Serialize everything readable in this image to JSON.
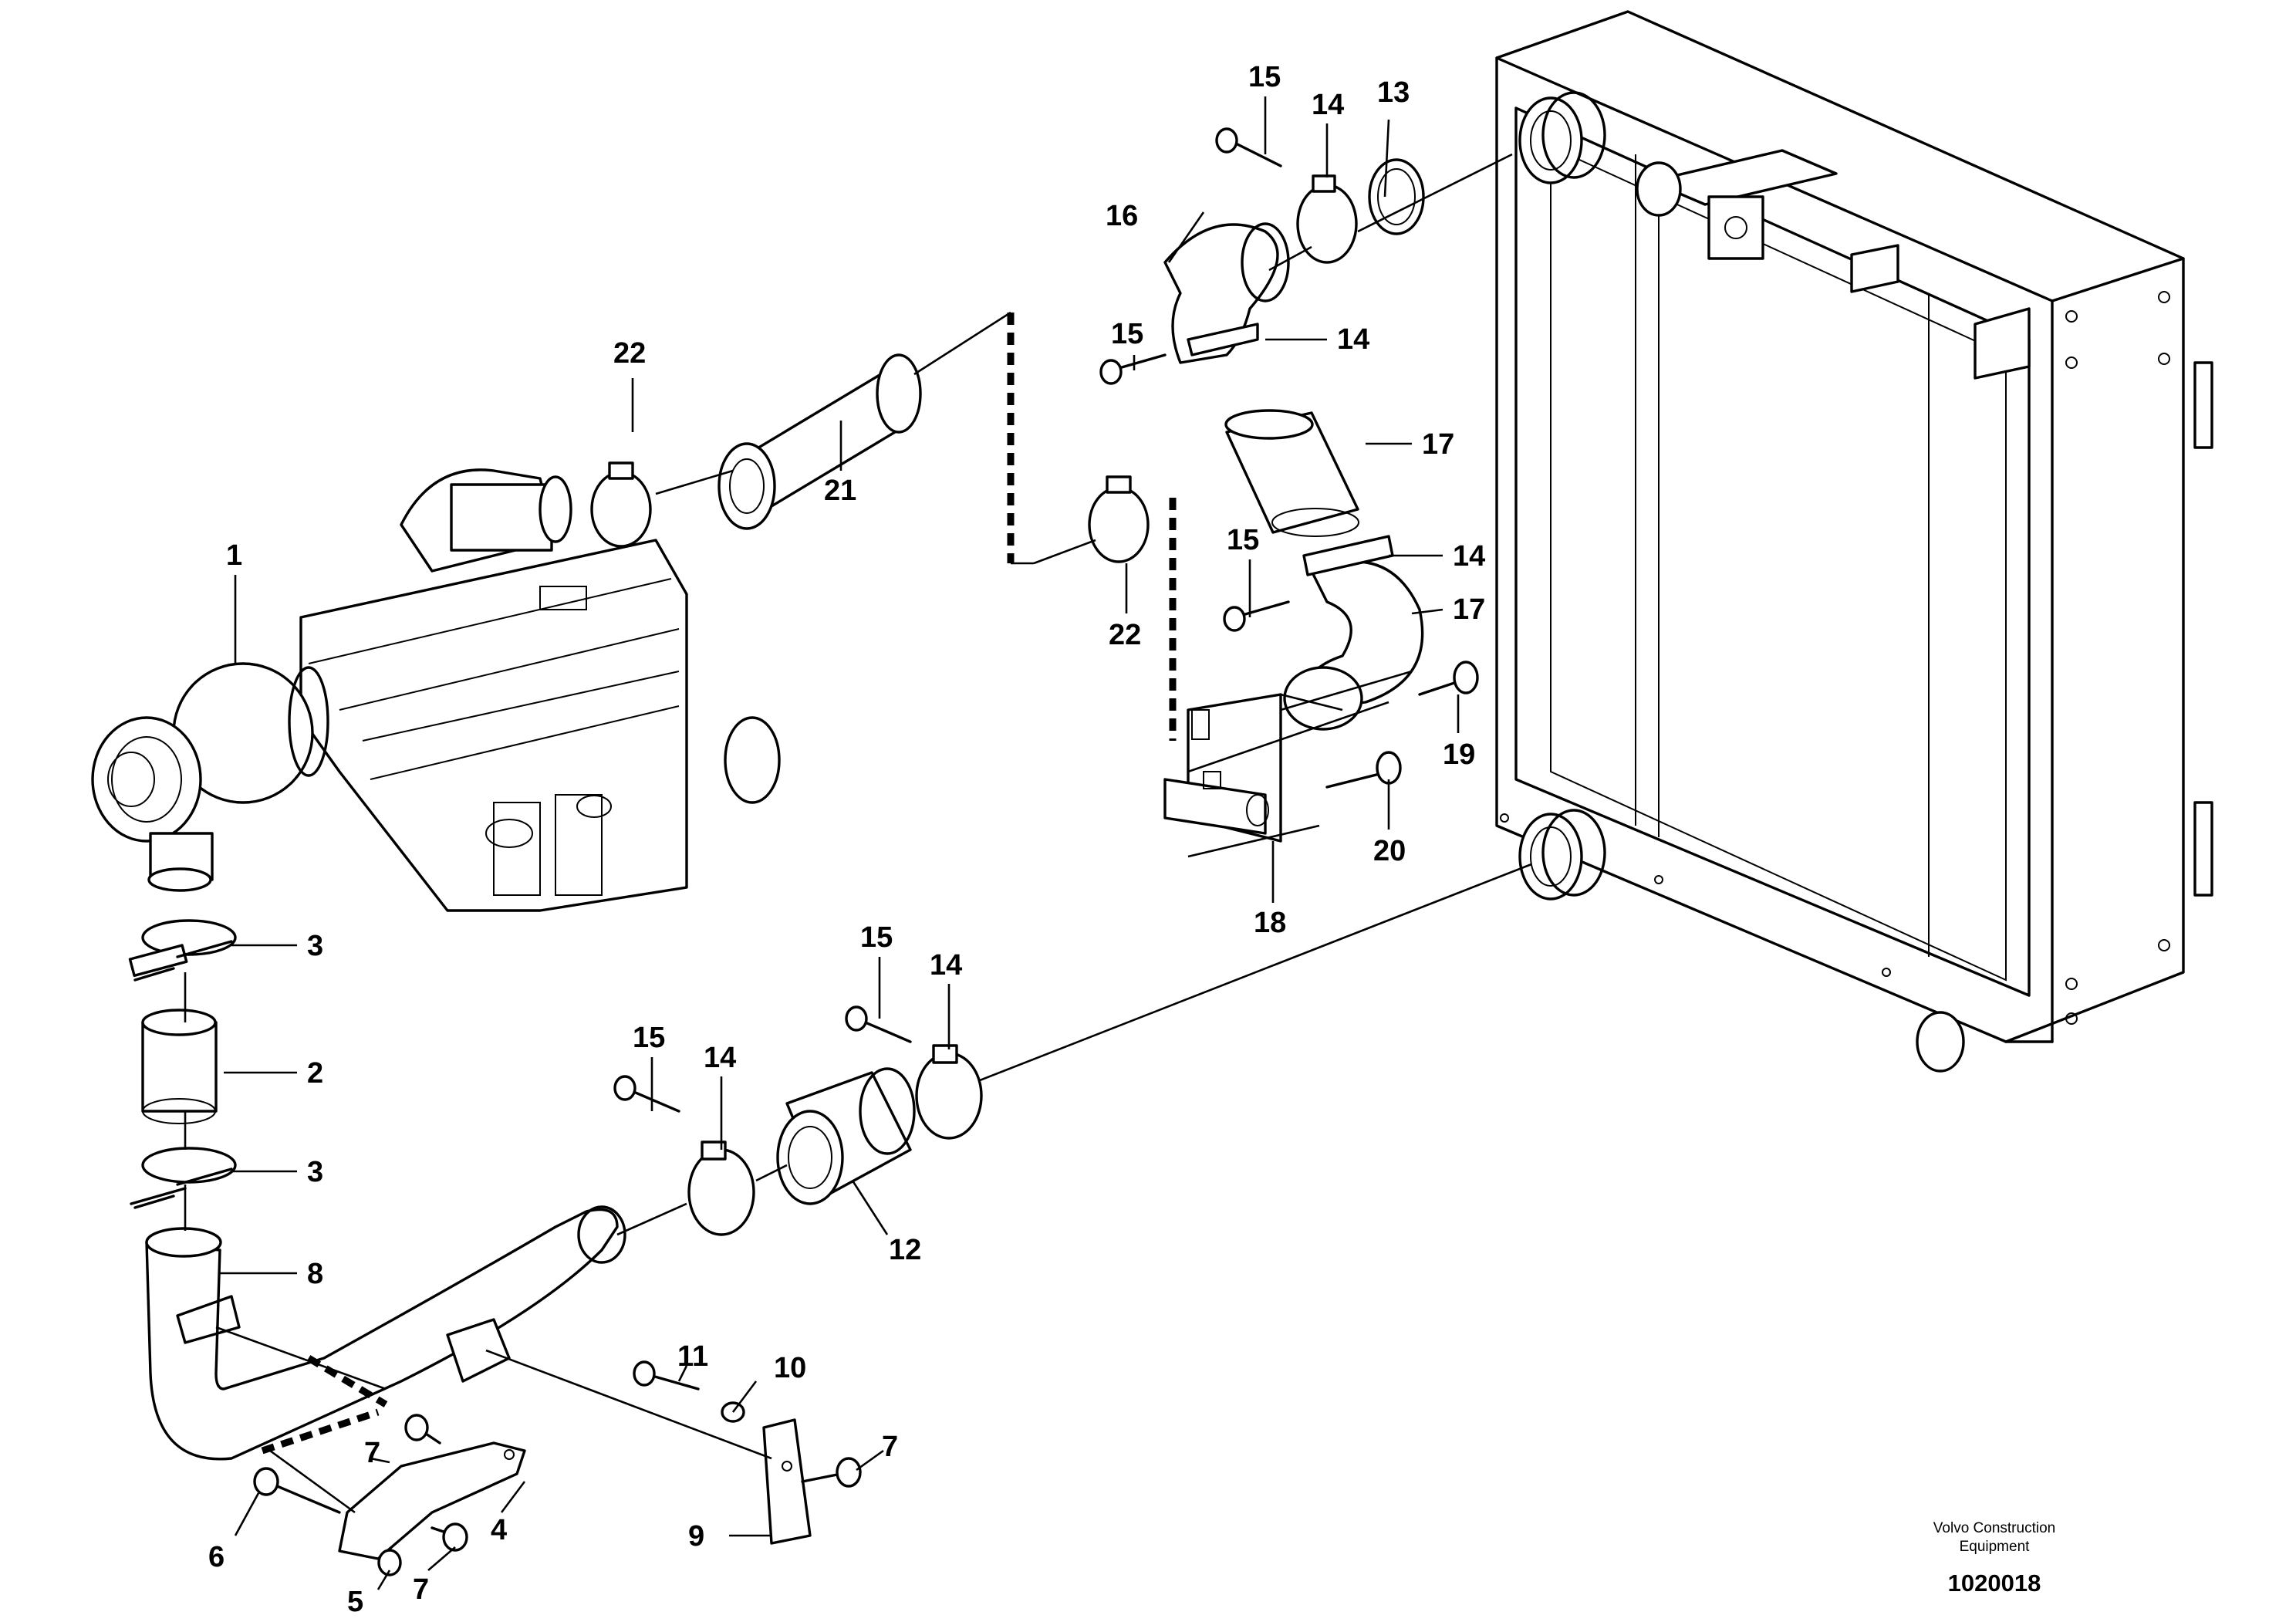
{
  "labels": {
    "l1": "1",
    "l2": "2",
    "l3a": "3",
    "l3b": "3",
    "l4": "4",
    "l5": "5",
    "l6": "6",
    "l7a": "7",
    "l7b": "7",
    "l7c": "7",
    "l8": "8",
    "l9": "9",
    "l10": "10",
    "l11": "11",
    "l12": "12",
    "l13": "13",
    "l14a": "14",
    "l14b": "14",
    "l14c": "14",
    "l14d": "14",
    "l14e": "14",
    "l15a": "15",
    "l15b": "15",
    "l15c": "15",
    "l15d": "15",
    "l15e": "15",
    "l16": "16",
    "l17a": "17",
    "l17b": "17",
    "l18": "18",
    "l19": "19",
    "l20": "20",
    "l21": "21",
    "l22a": "22",
    "l22b": "22"
  },
  "footer": {
    "credit_line1": "Volvo Construction",
    "credit_line2": "Equipment",
    "drawing_number": "1020018"
  }
}
